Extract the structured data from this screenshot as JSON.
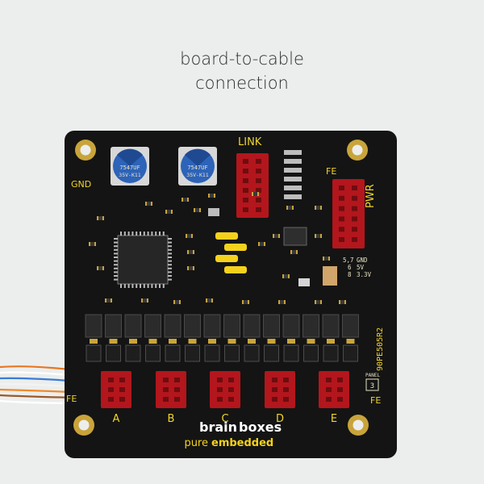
{
  "caption": {
    "line1": "board-to-cable",
    "line2": "connection"
  },
  "board": {
    "colors": {
      "pcb": "#141414",
      "pad": "#c9a43a",
      "connector": "#b3161c",
      "logo": "#f4d21c",
      "silk": "#e9e3c6"
    },
    "labels": {
      "gnd": "GND",
      "link": "LINK",
      "fe_top": "FE",
      "pwr": "PWR",
      "fe_left": "FE",
      "fe_right": "FE",
      "model": "90PE505R2",
      "panel": "PANEL",
      "panel_num": "3",
      "pin1": "5,7",
      "pin1_v": "GND",
      "pin2": "6",
      "pin2_v": "5V",
      "pin3": "8",
      "pin3_v": "3.3V"
    },
    "capacitors": [
      {
        "line1": "7547UF",
        "line2": "35V-K11"
      },
      {
        "line1": "7547UF",
        "line2": "35V-K11"
      }
    ],
    "ports": [
      "A",
      "B",
      "C",
      "D",
      "E"
    ],
    "brand": {
      "word1": "brain",
      "word2": "boxes",
      "tag1": "pure",
      "tag2": "embedded"
    }
  }
}
